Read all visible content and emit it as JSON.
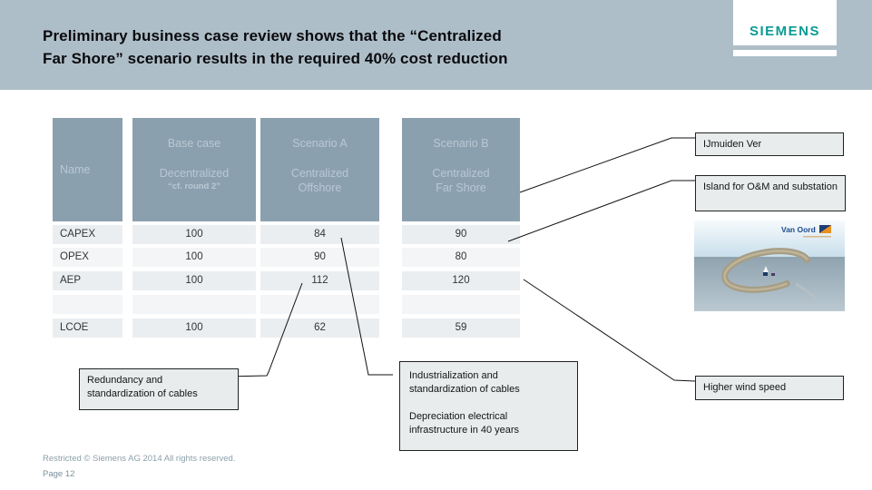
{
  "slide": {
    "title": {
      "line1": "Preliminary business case review shows that the “Centralized",
      "line2": "Far Shore” scenario results in the required 40% cost reduction"
    },
    "brand": {
      "siemens": "SIEMENS",
      "van_oord": "Van Oord"
    },
    "colors": {
      "band_bg": "#aebec8",
      "table_header_bg": "#8ba0af",
      "row_bg": "#eaeef0",
      "callout_bg": "#e8eced",
      "siemens_teal": "#0c9a94"
    },
    "table": {
      "name_header": "Name",
      "columns": [
        {
          "line1": "Base case",
          "line2": "Decentralized",
          "note": "“cf. round 2”"
        },
        {
          "line1": "Scenario A",
          "line2": "Centralized\nOffshore",
          "note": ""
        },
        {
          "line1": "Scenario B",
          "line2": "Centralized\nFar Shore",
          "note": ""
        }
      ],
      "rows": [
        {
          "label": "CAPEX",
          "values": [
            "100",
            "84",
            "90"
          ]
        },
        {
          "label": "OPEX",
          "values": [
            "100",
            "90",
            "80"
          ]
        },
        {
          "label": "AEP",
          "values": [
            "100",
            "112",
            "120"
          ]
        },
        {
          "label": "",
          "values": [
            "",
            "",
            ""
          ]
        },
        {
          "label": "LCOE",
          "values": [
            "100",
            "62",
            "59"
          ]
        }
      ]
    },
    "callouts": {
      "ijmuiden": "IJmuiden Ver",
      "island": "Island for O&M and substation",
      "higher_wind": "Higher wind speed",
      "redundancy": "Redundancy and standardization of cables",
      "industrialization": "Industrialization and standardization of cables",
      "depreciation": "Depreciation electrical infrastructure in 40 years"
    },
    "footer": {
      "restricted": "Restricted © Siemens AG 2014 All rights reserved.",
      "page": "Page 12"
    }
  }
}
